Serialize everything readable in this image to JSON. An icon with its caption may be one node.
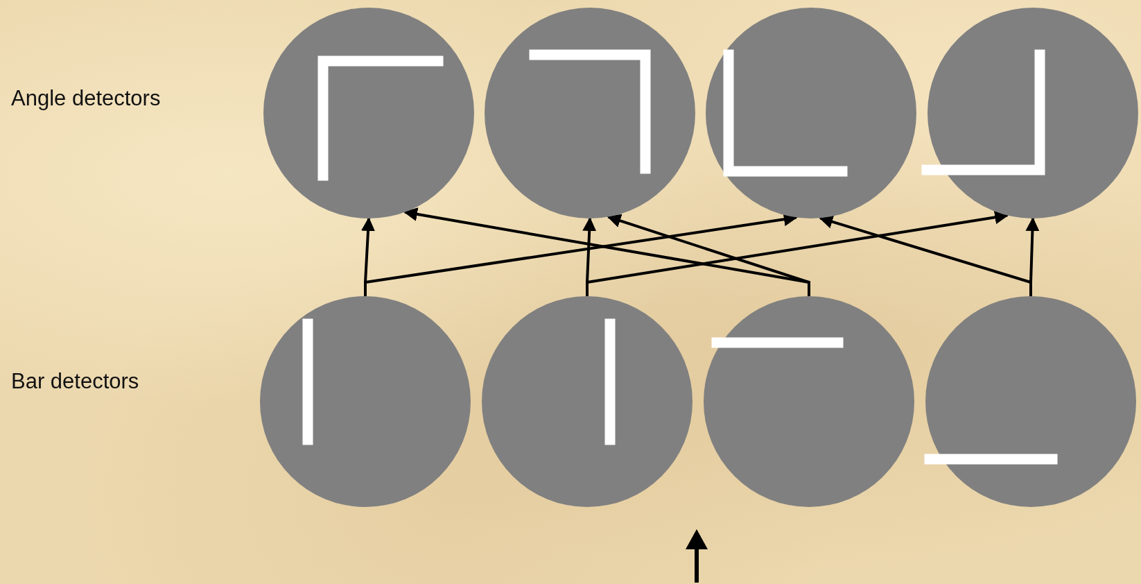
{
  "diagram": {
    "nodes": [
      {
        "text": [],
        "shape": "circle"
      },
      {
        "text": [],
        "shape": "circle"
      },
      {
        "text": [],
        "shape": "circle"
      },
      {
        "text": [],
        "shape": "circle"
      },
      {
        "text": [],
        "shape": "circle"
      },
      {
        "text": [],
        "shape": "circle"
      },
      {
        "text": [],
        "shape": "circle"
      },
      {
        "text": [],
        "shape": "circle"
      }
    ],
    "edges": [
      {
        "from": 4,
        "to": 0,
        "arrow": "to"
      },
      {
        "from": 4,
        "to": 2,
        "arrow": "to"
      },
      {
        "from": 5,
        "to": 1,
        "arrow": "to"
      },
      {
        "from": 5,
        "to": 3,
        "arrow": "to"
      },
      {
        "from": 6,
        "to": 0,
        "arrow": "to"
      },
      {
        "from": 6,
        "to": 1,
        "arrow": "to"
      },
      {
        "from": 7,
        "to": 2,
        "arrow": "to"
      },
      {
        "from": 7,
        "to": 3,
        "arrow": "to"
      }
    ],
    "labels": [
      "Angle detectors",
      "Bar detectors"
    ]
  }
}
